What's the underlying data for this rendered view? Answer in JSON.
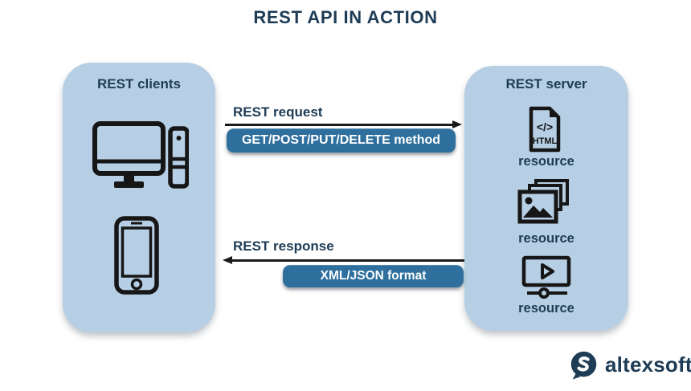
{
  "title": "REST API IN ACTION",
  "palette": {
    "background": "#ffffff",
    "box_fill": "#b6cfe4",
    "badge_fill": "#2e6f9e",
    "badge_text": "#ffffff",
    "text_navy": "#1e3c55",
    "icon_stroke": "#161616",
    "arrow": "#1a1a1a"
  },
  "client_box": {
    "title": "REST clients",
    "icons": [
      {
        "name": "desktop-computer-icon"
      },
      {
        "name": "smartphone-icon"
      }
    ]
  },
  "server_box": {
    "title": "REST server",
    "resources": [
      {
        "icon": "html-file-icon",
        "label": "resource",
        "glyph_code": "</>",
        "glyph_text": "HTML"
      },
      {
        "icon": "image-stack-icon",
        "label": "resource"
      },
      {
        "icon": "video-player-icon",
        "label": "resource"
      }
    ]
  },
  "request_flow": {
    "label": "REST request",
    "badge": "GET/POST/PUT/DELETE method",
    "direction": "left-to-right"
  },
  "response_flow": {
    "label": "REST response",
    "badge": "XML/JSON format",
    "direction": "right-to-left"
  },
  "logo": {
    "text": "altexsoft"
  }
}
